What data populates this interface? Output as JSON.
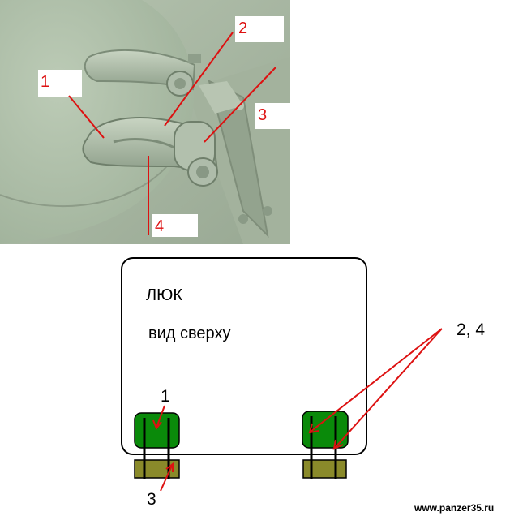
{
  "photo": {
    "labels": {
      "one": "1",
      "two": "2",
      "three": "3",
      "four": "4"
    }
  },
  "diagram": {
    "title": "ЛЮК",
    "subtitle": "вид сверху",
    "labels": {
      "one": "1",
      "three": "3",
      "two_four": "2, 4"
    }
  },
  "watermark": "www.panzer35.ru",
  "colors": {
    "photo_bg": "#a9baa3",
    "hinge_cap": "#0a8a0a",
    "hinge_base": "#8a8a2a",
    "leader": "#dd1111",
    "outline": "#000000"
  }
}
